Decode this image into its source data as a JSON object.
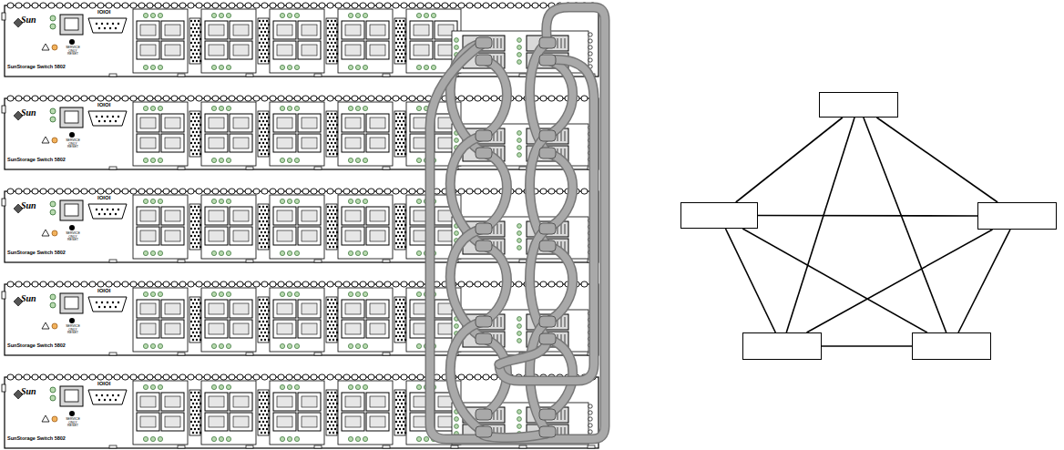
{
  "diagram": {
    "nodes": [
      {
        "text": []
      },
      {
        "text": []
      },
      {
        "text": []
      },
      {
        "text": []
      },
      {
        "text": []
      }
    ],
    "edges": [
      {
        "from": 0,
        "to": 1,
        "arrow": "none"
      },
      {
        "from": 0,
        "to": 2,
        "arrow": "none"
      },
      {
        "from": 0,
        "to": 3,
        "arrow": "none"
      },
      {
        "from": 0,
        "to": 4,
        "arrow": "none"
      },
      {
        "from": 1,
        "to": 2,
        "arrow": "none"
      },
      {
        "from": 1,
        "to": 3,
        "arrow": "none"
      },
      {
        "from": 1,
        "to": 4,
        "arrow": "none"
      },
      {
        "from": 2,
        "to": 3,
        "arrow": "none"
      },
      {
        "from": 2,
        "to": 4,
        "arrow": "none"
      },
      {
        "from": 3,
        "to": 4,
        "arrow": "none"
      }
    ],
    "labels": [
      "Sun",
      "IOIOI",
      "SERVICE ONLY RESET",
      "SunStorage Switch 5802",
      "Sun",
      "IOIOI",
      "SERVICE ONLY RESET",
      "SunStorage Switch 5802",
      "Sun",
      "IOIOI",
      "SERVICE ONLY RESET",
      "SunStorage Switch 5802",
      "Sun",
      "IOIOI",
      "SERVICE ONLY RESET",
      "SunStorage Switch 5802",
      "Sun",
      "IOIOI",
      "SERVICE ONLY RESET",
      "SunStorage Switch 5802"
    ]
  }
}
